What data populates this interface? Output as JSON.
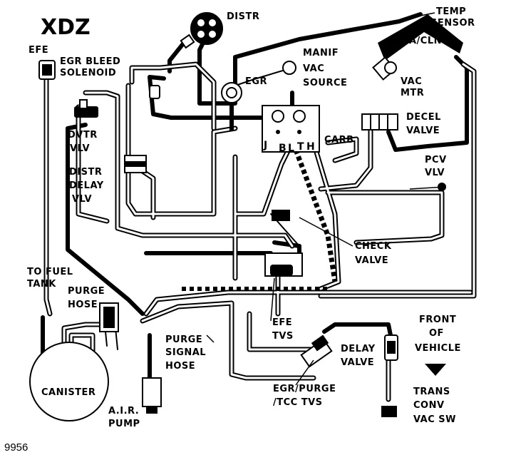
{
  "title": "XDZ",
  "figure_number": "9956",
  "labels": {
    "efe": "EFE",
    "egr_bleed_solenoid_1": "EGR BLEED",
    "egr_bleed_solenoid_2": "SOLENOID",
    "distr": "DISTR",
    "temp_sensor_1": "TEMP",
    "temp_sensor_2": "SENSOR",
    "a_clnr": "A/CLNR",
    "manif_vac_source_1": "MANIF",
    "manif_vac_source_2": "VAC",
    "manif_vac_source_3": "SOURCE",
    "egr": "EGR",
    "vac_mtr_1": "VAC",
    "vac_mtr_2": "MTR",
    "dvtr_vlv_1": "DVTR",
    "dvtr_vlv_2": "VLV",
    "decel_valve_1": "DECEL",
    "decel_valve_2": "VALVE",
    "carb": "CARB",
    "distr_delay_vlv_1": "DISTR",
    "distr_delay_vlv_2": "DELAY",
    "distr_delay_vlv_3": "VLV",
    "pcv_vlv_1": "PCV",
    "pcv_vlv_2": "VLV",
    "check_valve_1": "CHECK",
    "check_valve_2": "VALVE",
    "to_fuel_tank_1": "TO FUEL",
    "to_fuel_tank_2": "TANK",
    "purge_hose_1": "PURGE",
    "purge_hose_2": "HOSE",
    "front_of_vehicle_1": "FRONT",
    "front_of_vehicle_2": "OF",
    "front_of_vehicle_3": "VEHICLE",
    "efe_tvs_1": "EFE",
    "efe_tvs_2": "TVS",
    "purge_signal_hose_1": "PURGE",
    "purge_signal_hose_2": "SIGNAL",
    "purge_signal_hose_3": "HOSE",
    "delay_valve_1": "DELAY",
    "delay_valve_2": "VALVE",
    "canister": "CANISTER",
    "egr_purge_tcc_tvs_1": "EGR/PURGE",
    "egr_purge_tcc_tvs_2": "/TCC TVS",
    "trans_conv_vac_sw_1": "TRANS",
    "trans_conv_vac_sw_2": "CONV",
    "trans_conv_vac_sw_3": "VAC SW",
    "air_pump_1": "A.I.R.",
    "air_pump_2": "PUMP"
  },
  "carb_ports": {
    "j": "J",
    "b": "B",
    "l": "L",
    "t": "T",
    "h": "H"
  }
}
